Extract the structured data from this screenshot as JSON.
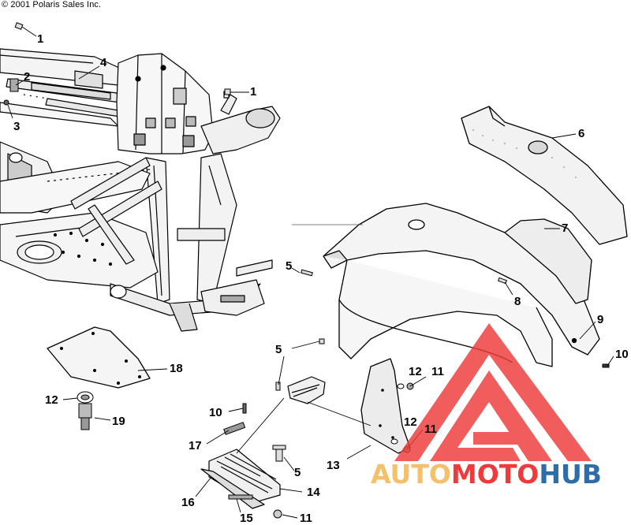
{
  "copyright": "© 2001 Polaris Sales Inc.",
  "callouts": [
    {
      "id": "c1a",
      "text": "1"
    },
    {
      "id": "c2",
      "text": "2"
    },
    {
      "id": "c3",
      "text": "3"
    },
    {
      "id": "c4",
      "text": "4"
    },
    {
      "id": "c1b",
      "text": "1"
    },
    {
      "id": "c6",
      "text": "6"
    },
    {
      "id": "c7",
      "text": "7"
    },
    {
      "id": "c5a",
      "text": "5"
    },
    {
      "id": "c8",
      "text": "8"
    },
    {
      "id": "c9",
      "text": "9"
    },
    {
      "id": "c10a",
      "text": "10"
    },
    {
      "id": "c5b",
      "text": "5"
    },
    {
      "id": "c18",
      "text": "18"
    },
    {
      "id": "c12a",
      "text": "12"
    },
    {
      "id": "c11a",
      "text": "11"
    },
    {
      "id": "c12b",
      "text": "12"
    },
    {
      "id": "c19",
      "text": "19"
    },
    {
      "id": "c10b",
      "text": "10"
    },
    {
      "id": "c12c",
      "text": "12"
    },
    {
      "id": "c11b",
      "text": "11"
    },
    {
      "id": "c17",
      "text": "17"
    },
    {
      "id": "c13",
      "text": "13"
    },
    {
      "id": "c5c",
      "text": "5"
    },
    {
      "id": "c14",
      "text": "14"
    },
    {
      "id": "c16",
      "text": "16"
    },
    {
      "id": "c15",
      "text": "15"
    },
    {
      "id": "c11c",
      "text": "11"
    }
  ],
  "watermark": {
    "part1": "AUTO",
    "part2": "MOTO",
    "part3": "HUB",
    "colors": {
      "part1": "#f4c06a",
      "part2": "#ee3a3a",
      "part3": "#2f6da8",
      "logo": "#ee3a3a"
    }
  }
}
